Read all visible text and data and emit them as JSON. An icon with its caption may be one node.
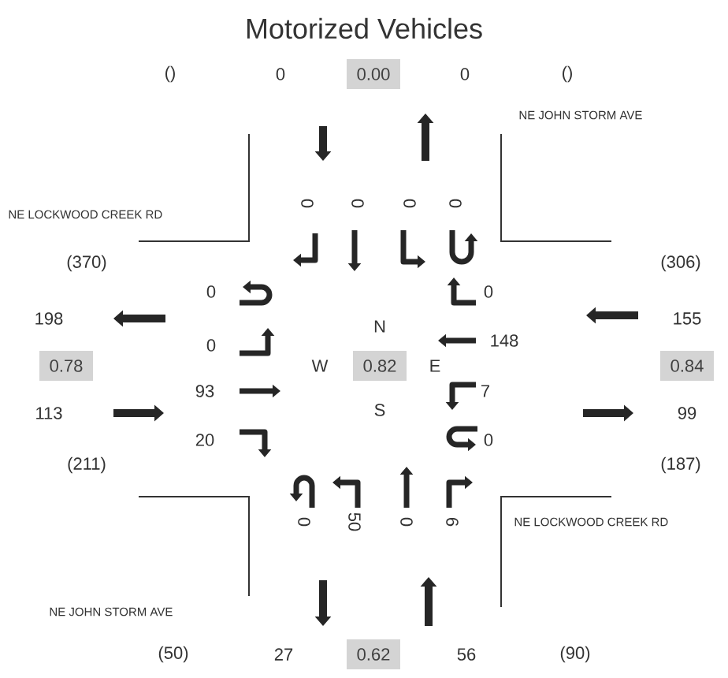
{
  "diagram": {
    "title": "Motorized Vehicles",
    "nodes": [
      {
        "text": [
          "0.00"
        ]
      },
      {
        "text": [
          "0.78"
        ]
      },
      {
        "text": [
          "0.82"
        ]
      },
      {
        "text": [
          "0.84"
        ]
      },
      {
        "text": [
          "0.62"
        ]
      }
    ],
    "labels": [
      "()",
      "0",
      "0",
      "()",
      "NE JOHN STORM AVE",
      "NE LOCKWOOD CREEK RD",
      "0",
      "0",
      "0",
      "0",
      "(370)",
      "(306)",
      "0",
      "0",
      "198",
      "155",
      "N",
      "0",
      "148",
      "W",
      "E",
      "93",
      "7",
      "113",
      "S",
      "99",
      "20",
      "0",
      "(211)",
      "(187)",
      "0",
      "50",
      "0",
      "6",
      "NE LOCKWOOD CREEK RD",
      "NE JOHN STORM AVE",
      "(50)",
      "27",
      "56",
      "(90)"
    ]
  }
}
